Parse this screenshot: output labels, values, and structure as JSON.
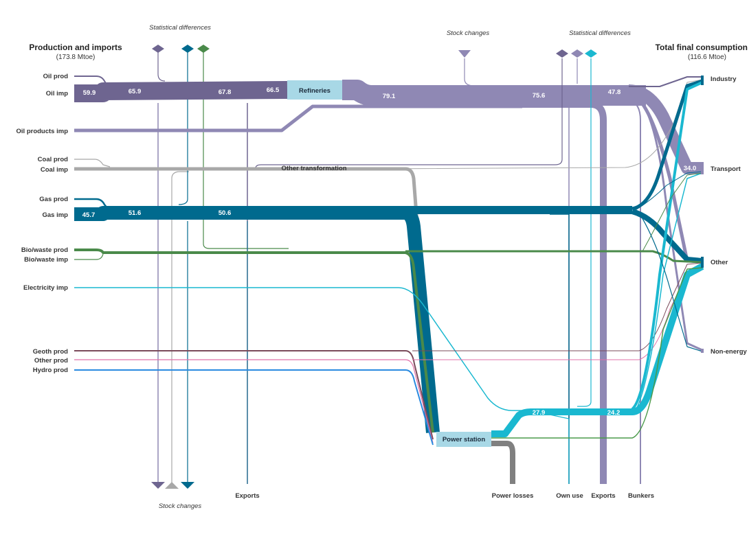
{
  "headers": {
    "left_title": "Production and imports",
    "left_sub": "(173.8 Mtoe)",
    "right_title": "Total final consumption",
    "right_sub": "(116.6 Mtoe)"
  },
  "annotations": {
    "stat_diff_left": "Statistical differences",
    "stock_changes_top": "Stock  changes",
    "stat_diff_right": "Statistical differences",
    "stock_changes_bottom": "Stock changes"
  },
  "sources": {
    "oil_prod": "Oil prod",
    "oil_imp": "Oil imp",
    "oil_products_imp": "Oil products imp",
    "coal_prod": "Coal prod",
    "coal_imp": "Coal imp",
    "gas_prod": "Gas prod",
    "gas_imp": "Gas imp",
    "bio_waste_prod": "Bio/waste prod",
    "bio_waste_imp": "Bio/waste imp",
    "electricity_imp": "Electricity imp",
    "geoth_prod": "Geoth prod",
    "other_prod": "Other prod",
    "hydro_prod": "Hydro prod"
  },
  "nodes": {
    "refineries": "Refineries",
    "other_transformation": "Other transformation",
    "power_station": "Power station"
  },
  "sinks": {
    "industry": "Industry",
    "transport": "Transport",
    "other": "Other",
    "non_energy": "Non-energy"
  },
  "bottom_labels": {
    "exports_left": "Exports",
    "power_losses": "Power losses",
    "own_use": "Own use",
    "exports_right": "Exports",
    "bunkers": "Bunkers"
  },
  "values": {
    "oil_imp_1": "59.9",
    "oil_2": "65.9",
    "oil_3": "67.8",
    "oil_4": "66.5",
    "oil_products_1": "79.1",
    "oil_products_2": "75.6",
    "oil_products_3": "47.8",
    "transport_in": "34.0",
    "gas_1": "45.7",
    "gas_2": "51.6",
    "gas_3": "50.6",
    "elec_1": "27.9",
    "elec_2": "24.2"
  },
  "colors": {
    "crude": "#6e6590",
    "oil_products": "#8f88b4",
    "coal": "#a8a8a8",
    "gas": "#006a8e",
    "bio": "#4a8a4a",
    "electricity": "#1ab8d0",
    "geoth": "#7a4a5a",
    "other_prod": "#e070a8",
    "hydro": "#2a8ae0",
    "node_fill": "#a8d8e6",
    "losses": "#808080"
  }
}
